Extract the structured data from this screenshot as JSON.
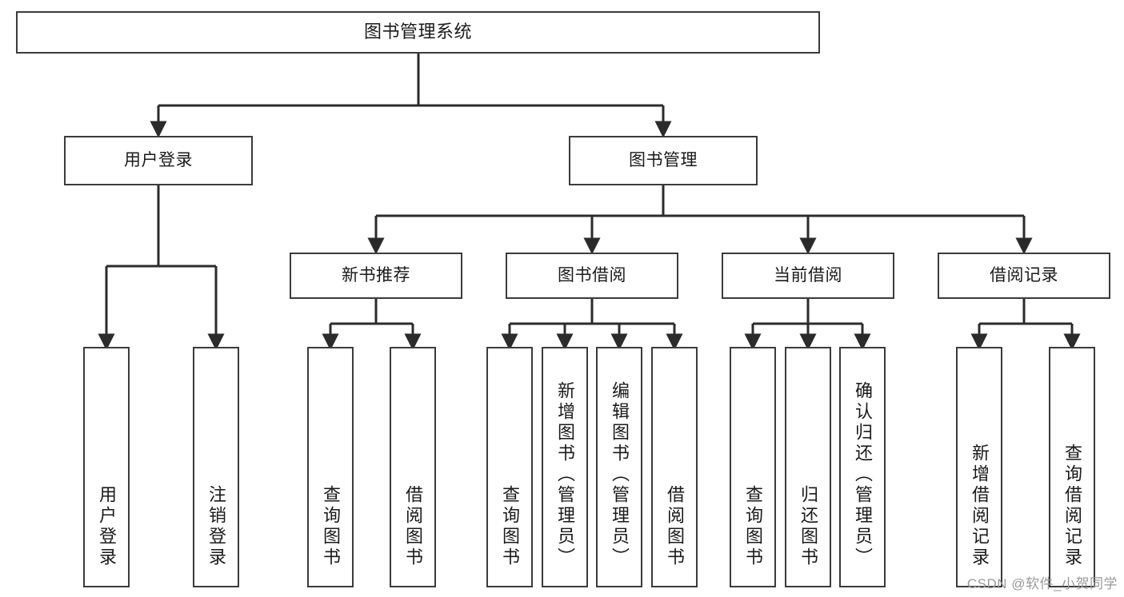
{
  "diagram": {
    "title": "图书管理系统",
    "type": "tree-hierarchy-diagram",
    "colors": {
      "box_border": "#3b3b3b",
      "box_fill": "#ffffff",
      "connector": "#2b2b2b",
      "text": "#1a1a1a",
      "watermark": "#9a9a9a"
    },
    "root": {
      "label": "图书管理系统"
    },
    "level2": [
      {
        "label": "用户登录"
      },
      {
        "label": "图书管理"
      }
    ],
    "level3": [
      {
        "label": "新书推荐"
      },
      {
        "label": "图书借阅"
      },
      {
        "label": "当前借阅"
      },
      {
        "label": "借阅记录"
      }
    ],
    "leaves": {
      "user_login": [
        {
          "label": "用户登录"
        },
        {
          "label": "注销登录"
        }
      ],
      "new_book_recommend": [
        {
          "label": "查询图书"
        },
        {
          "label": "借阅图书"
        }
      ],
      "book_borrow": [
        {
          "label": "查询图书"
        },
        {
          "label": "新增图书（管理员）"
        },
        {
          "label": "编辑图书（管理员）"
        },
        {
          "label": "借阅图书"
        }
      ],
      "current_borrow": [
        {
          "label": "查询图书"
        },
        {
          "label": "归还图书"
        },
        {
          "label": "确认归还（管理员）"
        }
      ],
      "borrow_record": [
        {
          "label": "新增借阅记录"
        },
        {
          "label": "查询借阅记录"
        }
      ]
    }
  },
  "watermark": {
    "text": "CSDN @软件_小贺同学"
  }
}
